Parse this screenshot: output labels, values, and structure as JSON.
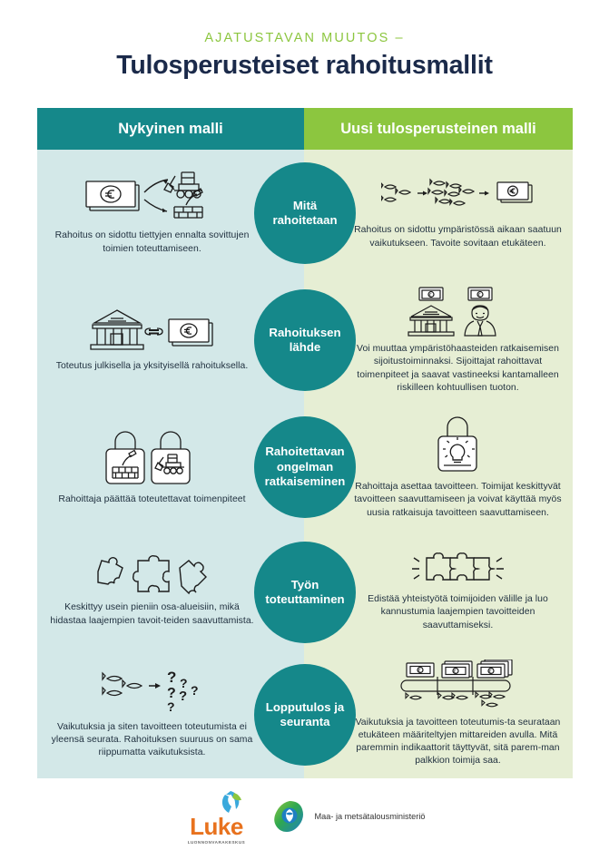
{
  "header": {
    "eyebrow": "AJATUSTAVAN MUUTOS –",
    "title": "Tulosperusteiset rahoitusmallit"
  },
  "columns": {
    "left_label": "Nykyinen malli",
    "right_label": "Uusi tulosperusteinen malli"
  },
  "colors": {
    "teal": "#15888a",
    "green": "#8cc63f",
    "left_panel": "#d3e8e8",
    "right_panel": "#e6eed4",
    "title": "#1b2a4a",
    "luke_orange": "#e8721e"
  },
  "rows": [
    {
      "circle_label": "Mitä rahoitetaan",
      "left_icon": "money-to-construction-icon",
      "left_text": "Rahoitus on sidottu tiettyjen ennalta sovittujen toimien toteuttamiseen.",
      "right_icon": "fish-growth-to-money-icon",
      "right_text": "Rahoitus on sidottu ympäristössä aikaan saatuun vaikutukseen. Tavoite sovitaan etukäteen."
    },
    {
      "circle_label": "Rahoituksen lähde",
      "left_icon": "bank-linked-to-money-icon",
      "left_text": "Toteutus julkisella ja yksityisellä rahoituksella.",
      "right_icon": "bank-and-investor-icon",
      "right_text": "Voi muuttaa ympäristöhaasteiden ratkaisemisen sijoitustoiminnaksi. Sijoittajat rahoittavat toimenpiteet ja saavat vastineeksi kantamalleen riskilleen kohtuullisen tuoton."
    },
    {
      "circle_label": "Rahoitettavan ongelman ratkaiseminen",
      "left_icon": "two-locked-measures-icon",
      "left_text": "Rahoittaja päättää toteutettavat toimenpiteet",
      "right_icon": "unlocked-idea-icon",
      "right_text": "Rahoittaja asettaa tavoitteen. Toimijat keskittyvät tavoitteen saavuttamiseen ja voivat käyttää myös uusia ratkaisuja tavoitteen saavuttamiseen."
    },
    {
      "circle_label": "Työn toteuttaminen",
      "left_icon": "separate-puzzle-pieces-icon",
      "left_text": "Keskittyy usein pieniin osa-alueisiin, mikä hidastaa laajempien tavoit-teiden saavuttamista.",
      "right_icon": "joined-puzzle-pieces-icon",
      "right_text": "Edistää yhteistyötä toimijoiden välille ja luo kannustumia laajempien tavoitteiden saavuttamiseksi."
    },
    {
      "circle_label": "Lopputulos ja seuranta",
      "left_icon": "fish-to-question-marks-icon",
      "left_text": "Vaikutuksia ja siten tavoitteen toteutumista ei yleensä seurata. Rahoituksen suuruus on sama riippumatta vaikutuksista.",
      "right_icon": "measured-fish-reward-scale-icon",
      "right_text": "Vaikutuksia ja tavoitteen toteutumis-ta seurataan etukäteen määriteltyjen mittareiden avulla. Mitä paremmin indikaattorit täyttyvät, sitä parem-man palkkion toimija saa."
    }
  ],
  "footer": {
    "luke_name": "Luke",
    "luke_subtitle": "LUONNONVARAKESKUS",
    "ministry_name": "Maa- ja metsätalousministeriö"
  }
}
